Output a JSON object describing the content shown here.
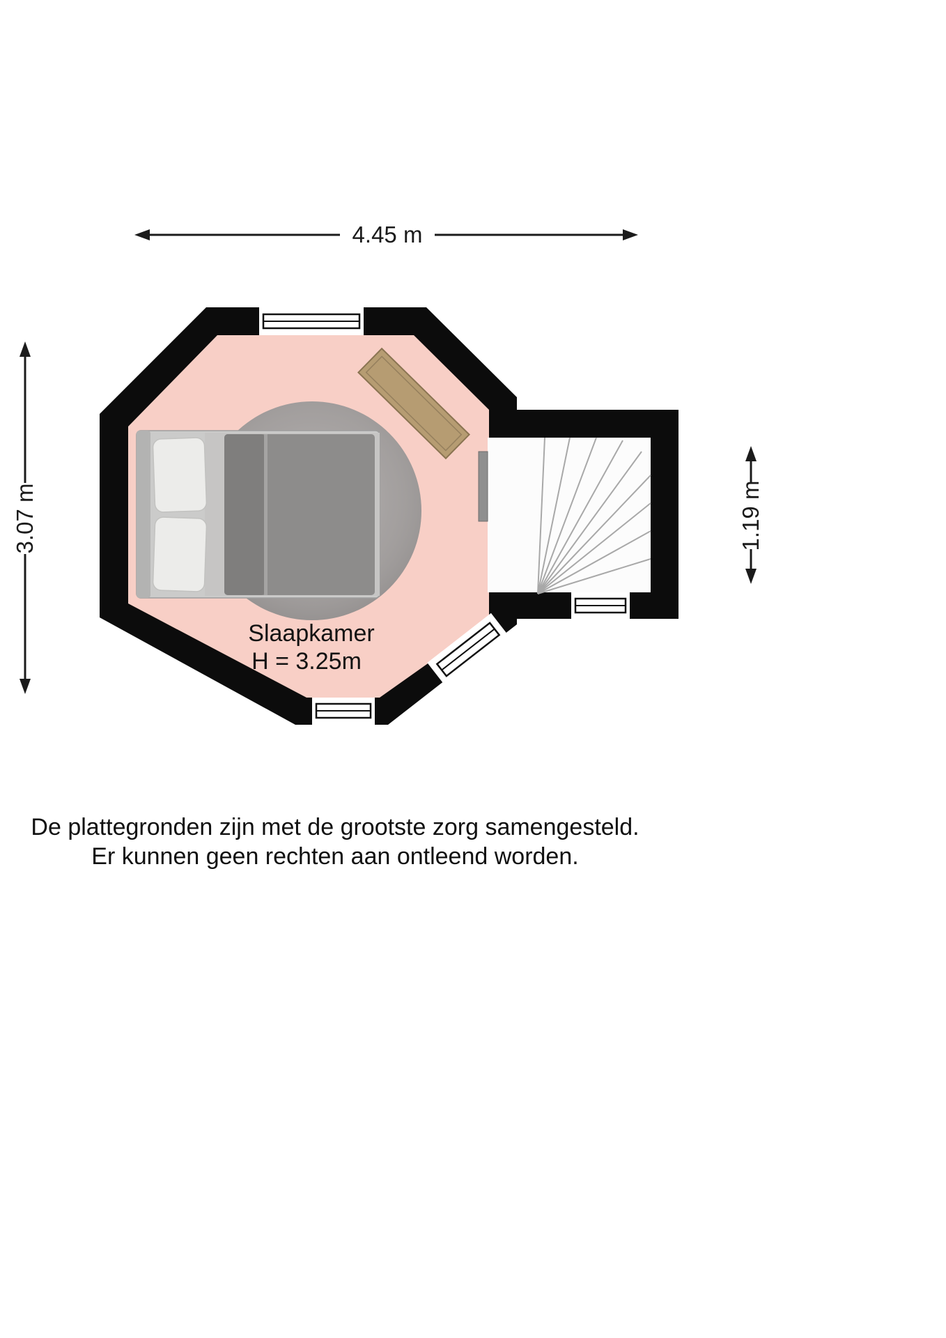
{
  "dimensions": {
    "top": "4.45 m",
    "left": "3.07 m",
    "right": "1.19 m"
  },
  "room": {
    "label": "Slaapkamer",
    "ceiling_height": "H = 3.25m"
  },
  "disclaimer": {
    "line1": "De plattegronden zijn met de grootste zorg samengesteld.",
    "line2": "Er kunnen geen rechten aan ontleend worden."
  },
  "colors": {
    "wall": "#0c0c0c",
    "floor": "#f8cfc6",
    "rug": "#a09c9b",
    "duvet": "#8d8c8b",
    "duvet_dark": "#7f7e7d",
    "mattress": "#c6c5c4",
    "bed_frame": "#cbcbca",
    "headboard": "#b3b3b2",
    "pillow": "#ececea",
    "desk": "#b69c72",
    "stair_floor": "#fcfcfc",
    "stair_line": "#a8a8a8",
    "railing": "#8f8f8f",
    "dimension": "#1b1b1b"
  }
}
